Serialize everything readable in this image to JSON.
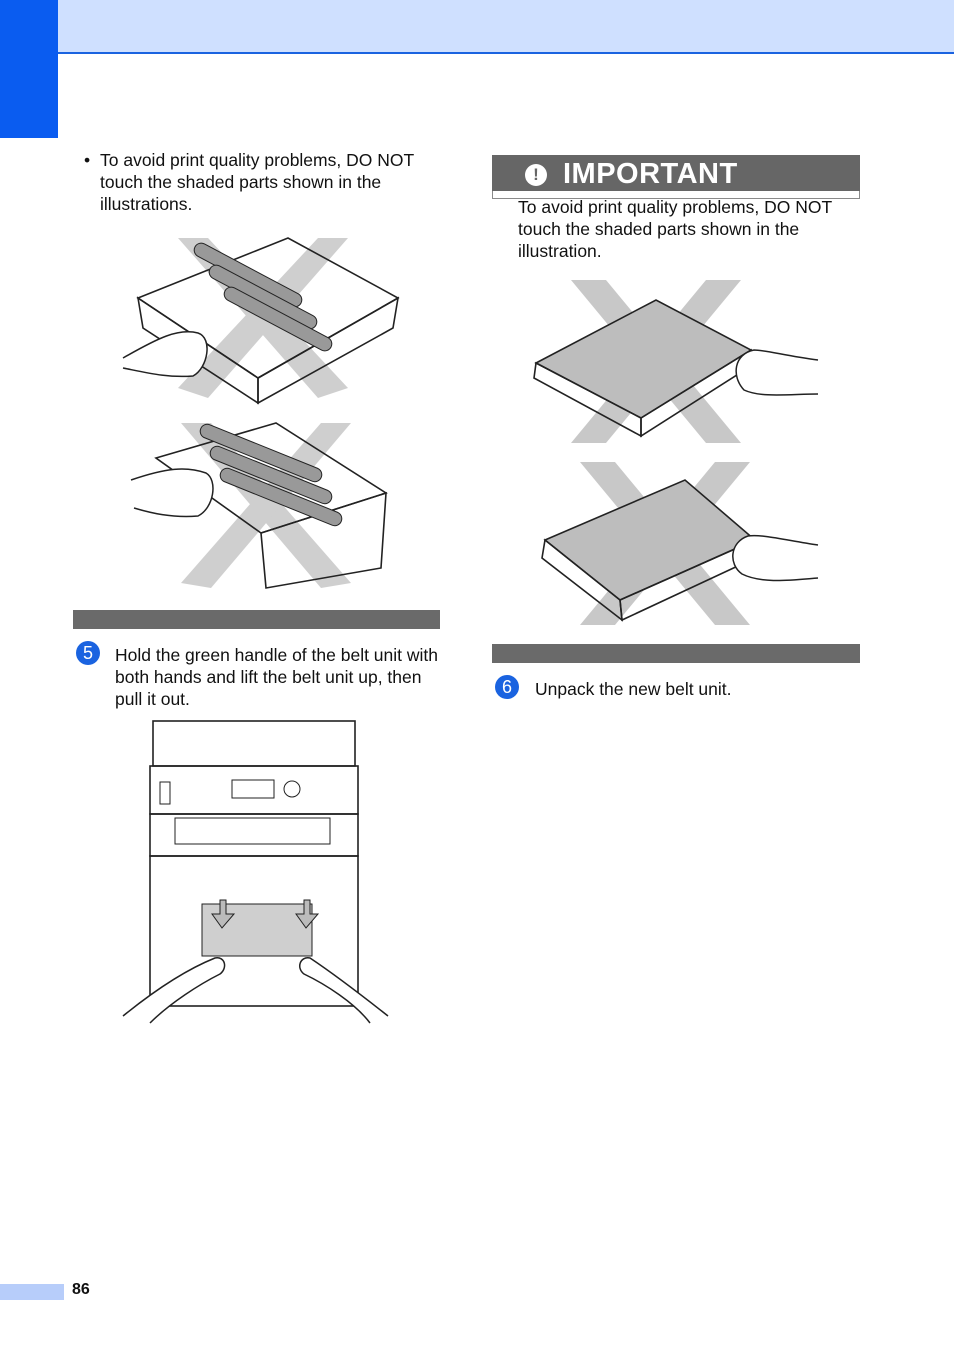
{
  "header": {
    "accent_color": "#0a5cf0",
    "band_color": "#cfe0ff"
  },
  "left": {
    "bullet_symbol": "•",
    "bullet_text": "To avoid print quality problems, DO NOT touch the shaded parts shown in the illustrations.",
    "step5": {
      "number": "5",
      "text": "Hold the green handle of the belt unit with both hands and lift the belt unit up, then pull it out."
    }
  },
  "right": {
    "important": {
      "icon": "exclamation-icon",
      "icon_glyph": "!",
      "title": "IMPORTANT",
      "text": "To avoid print quality problems, DO NOT touch the shaded parts shown in the illustration."
    },
    "step6": {
      "number": "6",
      "text": "Unpack the new belt unit."
    }
  },
  "footer": {
    "page_number": "86"
  }
}
